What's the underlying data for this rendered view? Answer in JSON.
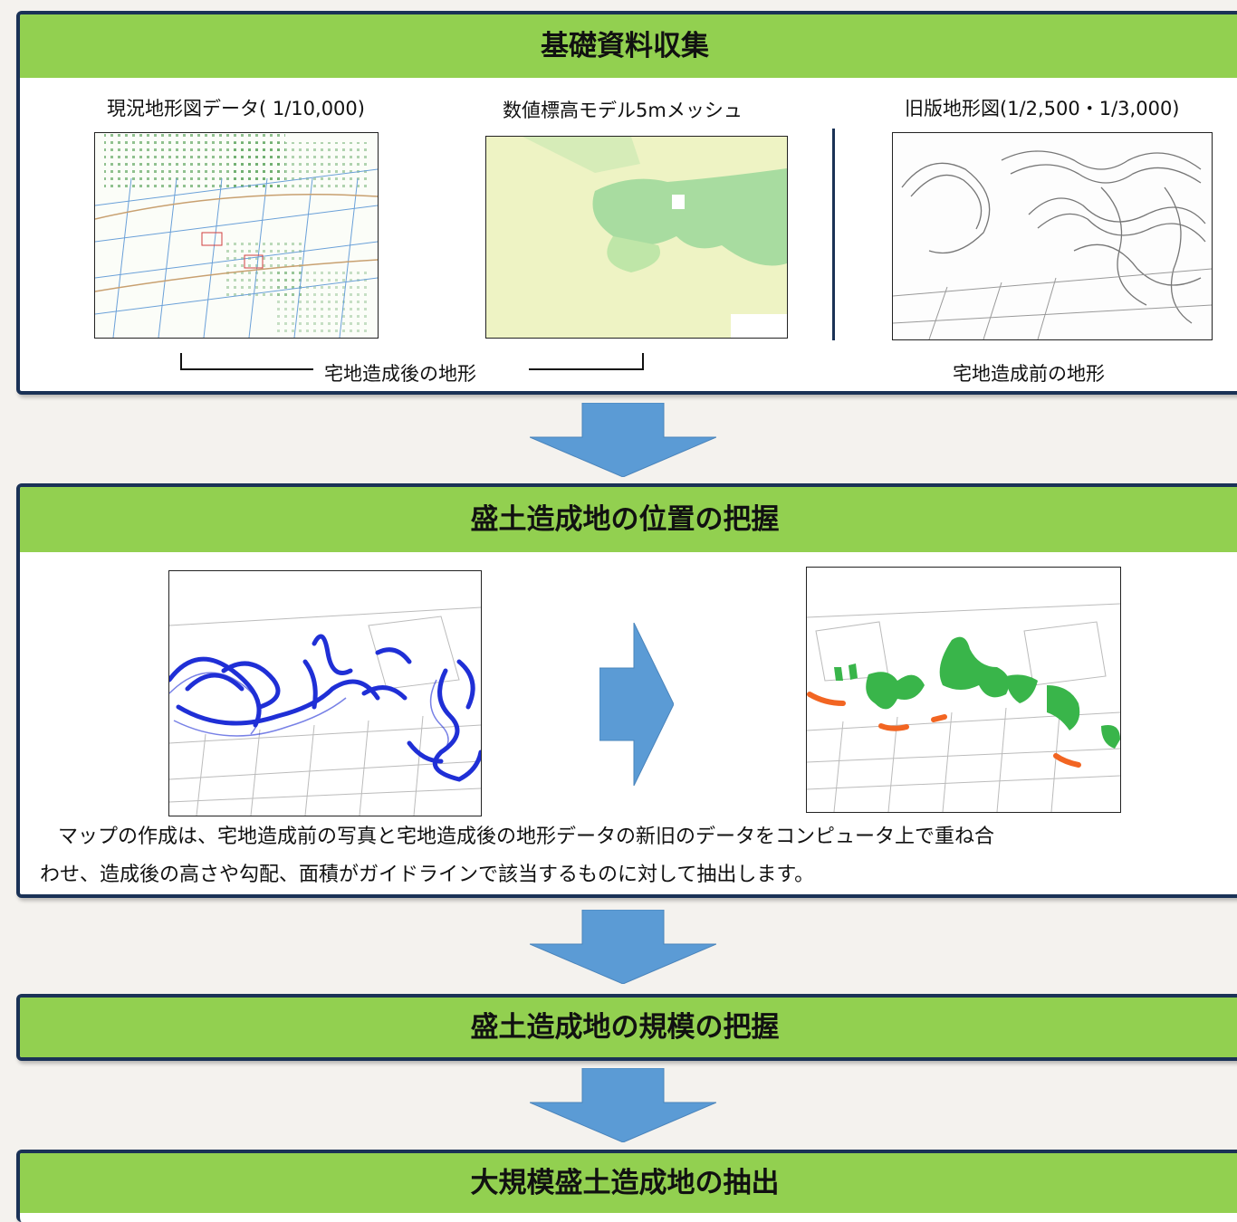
{
  "step1": {
    "title": "基礎資料収集",
    "label_current_map": "現況地形図データ( 1/10,000)",
    "label_dem": "数値標高モデル5mメッシュ",
    "label_old_map": "旧版地形図(1/2,500・1/3,000)",
    "caption_after": "宅地造成後の地形",
    "caption_before": "宅地造成前の地形"
  },
  "step2": {
    "title": "盛土造成地の位置の把握",
    "description_line1": "マップの作成は、宅地造成前の写真と宅地造成後の地形データの新旧のデータをコンピュータ上で重ね合",
    "description_line2": "わせ、造成後の高さや勾配、面積がガイドラインで該当するものに対して抽出します。"
  },
  "step3": {
    "title": "盛土造成地の規模の把握"
  },
  "step4": {
    "title": "大規模盛土造成地の抽出"
  },
  "colors": {
    "header_green": "#92d050",
    "border_navy": "#1a3256",
    "arrow_blue": "#5b9bd5",
    "contour_blue": "#1f2fd6",
    "fill_green": "#39b54a",
    "fill_orange": "#f26522"
  }
}
